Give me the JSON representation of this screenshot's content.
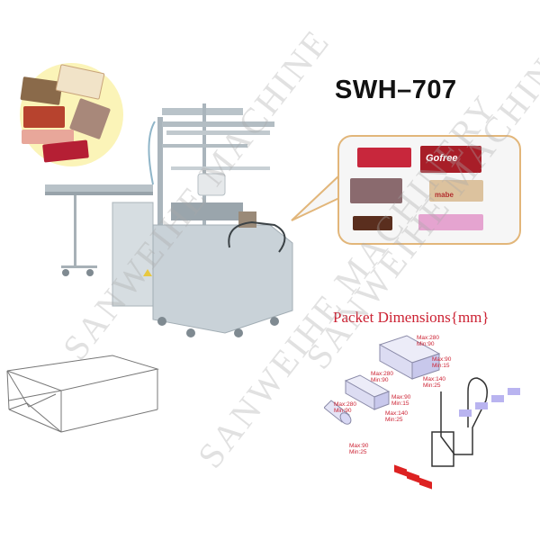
{
  "product": {
    "model": "SWH–707"
  },
  "packet_dimensions": {
    "title": "Packet Dimensions{mm}",
    "box_large": {
      "length": "Max:280\nMin:90",
      "height_max": "Max:90",
      "height_min": "Min:15",
      "width_max": "Max:140",
      "width_min": "Min:25"
    },
    "box_flat": {
      "length_max": "Max:280",
      "length_min": "Min:90",
      "height_max": "Max:90",
      "height_min": "Min:15",
      "width_max": "Max:140",
      "width_min": "Min:25"
    },
    "cylinder": {
      "length_max": "Max:280",
      "length_min": "Min:90",
      "diameter_max": "Max:90",
      "diameter_min": "Min:25"
    },
    "large_length_max": "Max:280",
    "large_length_min": "Min:90"
  },
  "sample_products": [
    "Gofree",
    "mabe"
  ],
  "watermark": {
    "text1": "SANWEIHE MACHINE",
    "text2": "SANWEIHE MACHINERY",
    "text3": "SANWEIHE MACHINE"
  },
  "colors": {
    "accent_red": "#cc2233",
    "bubble_border": "#e2b67a",
    "machine_body": "#c9d2d8",
    "product_circle": "#fbf4b8"
  }
}
